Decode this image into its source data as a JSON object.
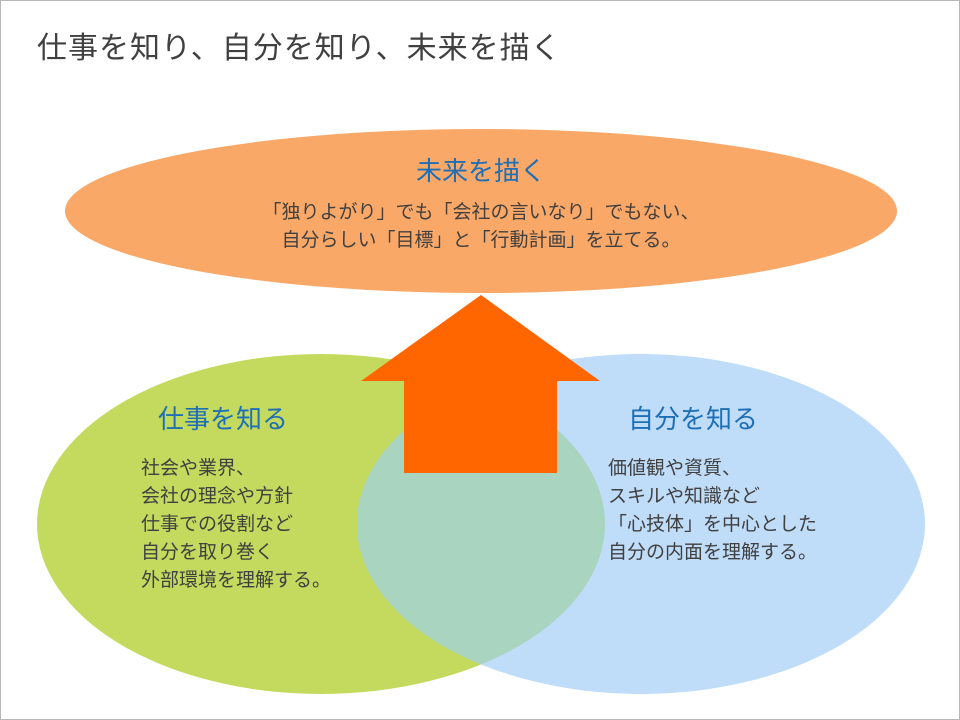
{
  "title": "仕事を知り、自分を知り、未来を描く",
  "colors": {
    "top_ellipse": "#f9a868",
    "left_ellipse": "#c3da5e",
    "right_ellipse": "#bfdcf8",
    "overlap": "#a8d4c0",
    "arrow": "#ff6600",
    "heading": "#1f6fb5",
    "text": "#404040"
  },
  "top": {
    "heading": "未来を描く",
    "lines": [
      "「独りよがり」でも「会社の言いなり」でもない、",
      "自分らしい「目標」と「行動計画」を立てる。"
    ]
  },
  "left": {
    "heading": "仕事を知る",
    "lines": [
      "社会や業界、",
      "会社の理念や方針",
      "仕事での役割など",
      "自分を取り巻く",
      "外部環境を理解する。"
    ]
  },
  "right": {
    "heading": "自分を知る",
    "lines": [
      "価値観や資質、",
      "スキルや知識など",
      "「心技体」を中心とした",
      "自分の内面を理解する。"
    ]
  },
  "arrow": {
    "direction": "up",
    "icon": "up-arrow-icon"
  }
}
